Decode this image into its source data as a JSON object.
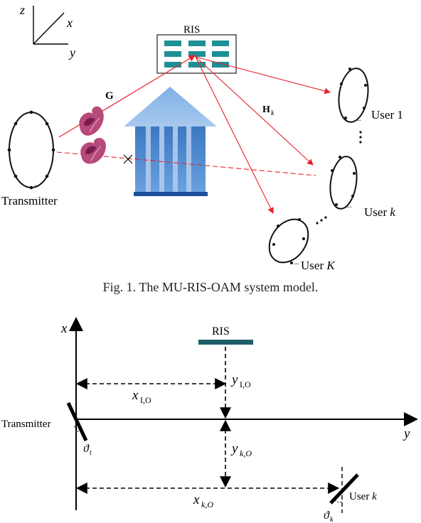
{
  "figure1": {
    "axes": {
      "z": "z",
      "x": "x",
      "y": "y"
    },
    "ris_label": "RIS",
    "channel_g": "G",
    "channel_h": "H",
    "channel_h_sub": "k",
    "transmitter": "Transmitter",
    "user1": "User 1",
    "userk": "User k",
    "userK": "User K",
    "caption": "Fig. 1.  The MU-RIS-OAM system model.",
    "colors": {
      "link": "#e8202a",
      "ris": "#1e8f95",
      "building_top": "#8fb6e3",
      "building_body": "#4f86c6",
      "oam": "#9c2a63"
    }
  },
  "figure2": {
    "axis_x": "x",
    "axis_y": "y",
    "ris_label": "RIS",
    "transmitter": "Transmitter",
    "user": "User k",
    "x_io": "x",
    "x_io_sub": "I,O",
    "y_io": "y",
    "y_io_sub": "I,O",
    "y_ko": "y",
    "y_ko_sub": "k,O",
    "x_ko": "x",
    "x_ko_sub": "k,O",
    "theta_t": "ϑ",
    "theta_t_sub": "t",
    "theta_k": "ϑ",
    "theta_k_sub": "k",
    "colors": {
      "ris_bar": "#1f5d6b"
    }
  }
}
